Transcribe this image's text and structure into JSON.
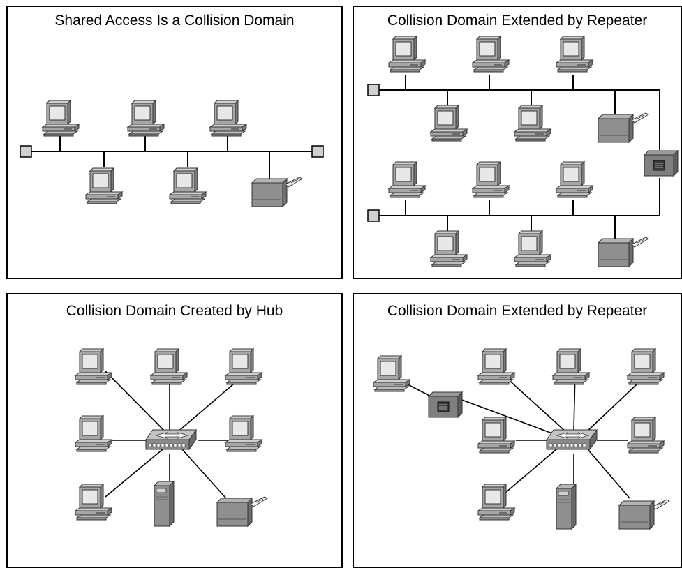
{
  "panels": [
    {
      "id": "p1",
      "title": "Shared Access Is a Collision Domain"
    },
    {
      "id": "p2",
      "title": "Collision Domain Extended by Repeater"
    },
    {
      "id": "p3",
      "title": "Collision Domain Created by Hub"
    },
    {
      "id": "p4",
      "title": "Collision Domain Extended by Repeater"
    }
  ],
  "colors": {
    "device_light": "#d9d9d9",
    "device_mid": "#a6a6a6",
    "device_dark": "#7a7a7a",
    "screen": "#e8e8e8",
    "line": "#000000"
  }
}
